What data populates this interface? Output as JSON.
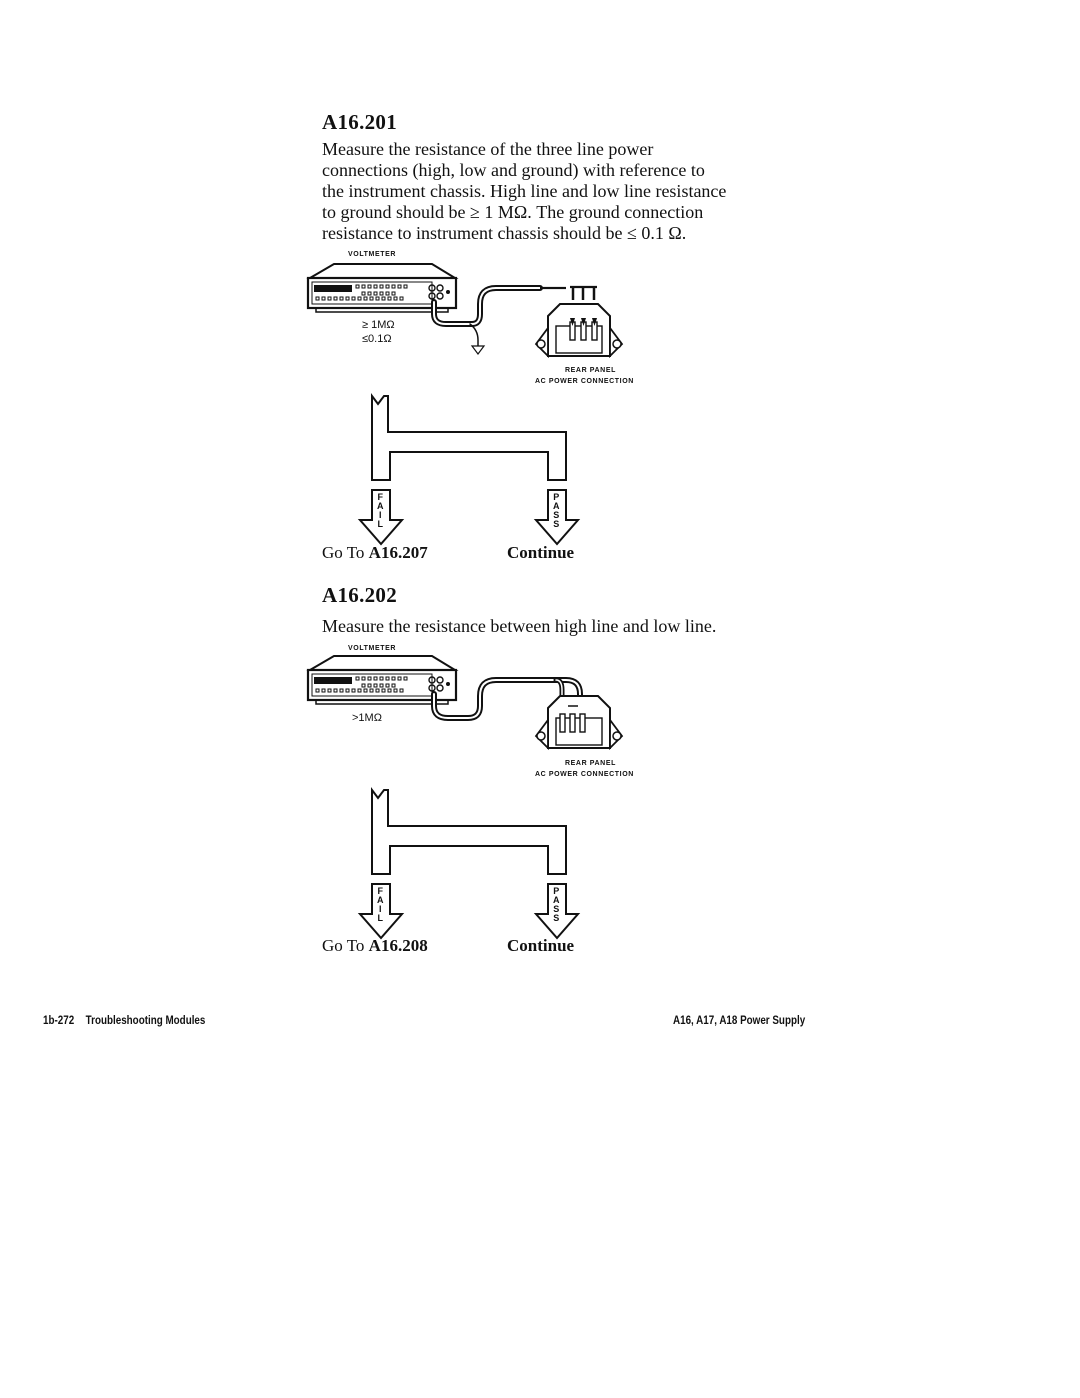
{
  "step1": {
    "heading": "A16.201",
    "lines": [
      "Measure the resistance of the three line power",
      "connections (high, low and ground) with reference to",
      "the instrument chassis. High line and low line resistance",
      "to ground should be ≥ 1 MΩ. The ground connection",
      "resistance to instrument chassis should be ≤ 0.1 Ω."
    ],
    "diagram": {
      "meter_label": "VOLTMETER",
      "reading_1": "≥ 1MΩ",
      "reading_2": "≤0.1Ω",
      "panel_label_1": "REAR PANEL",
      "panel_label_2": "AC POWER CONNECTION",
      "fail_letters": [
        "F",
        "A",
        "I",
        "L"
      ],
      "pass_letters": [
        "P",
        "A",
        "S",
        "S"
      ]
    },
    "fail_prefix": "Go To ",
    "fail_ref": "A16.207",
    "pass_label": "Continue"
  },
  "step2": {
    "heading": "A16.202",
    "lines": [
      "Measure the resistance between high line and low line."
    ],
    "diagram": {
      "meter_label": "VOLTMETER",
      "reading_1": ">1MΩ",
      "panel_label_1": "REAR PANEL",
      "panel_label_2": "AC POWER CONNECTION",
      "fail_letters": [
        "F",
        "A",
        "I",
        "L"
      ],
      "pass_letters": [
        "P",
        "A",
        "S",
        "S"
      ]
    },
    "fail_prefix": "Go To ",
    "fail_ref": "A16.208",
    "pass_label": "Continue"
  },
  "footer": {
    "page_number": "1b-272",
    "left_title": "Troubleshooting Modules",
    "right_title": "A16, A17, A18 Power Supply"
  }
}
